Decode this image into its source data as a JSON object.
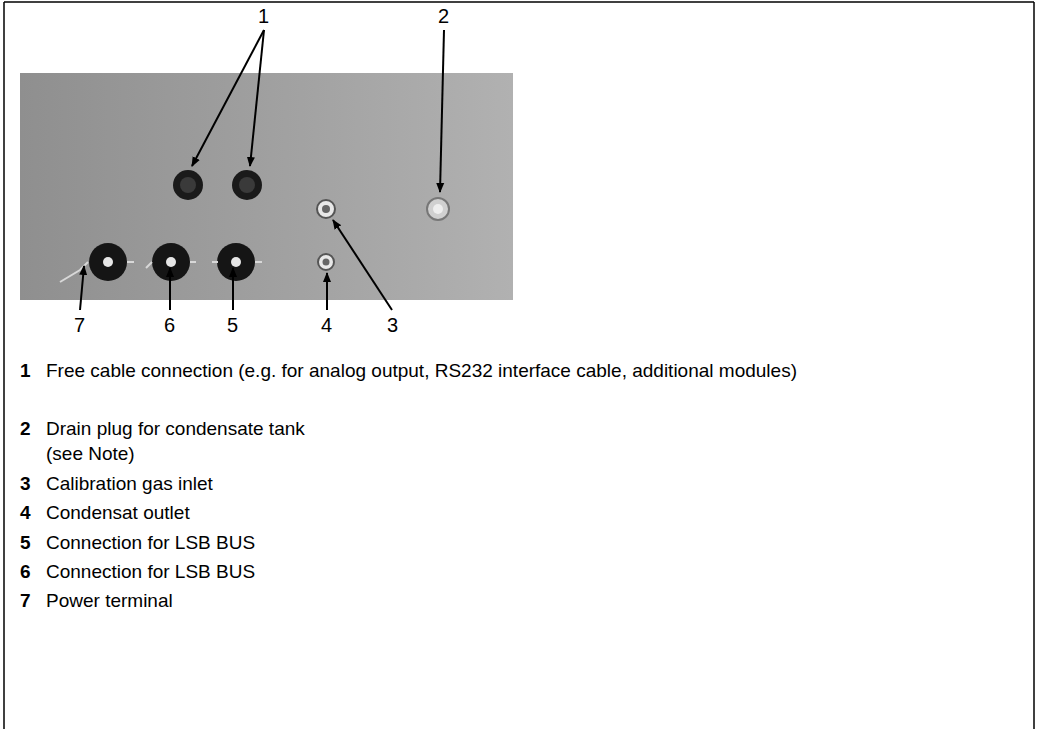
{
  "diagram": {
    "labels": [
      "1",
      "2",
      "7",
      "6",
      "5",
      "4",
      "3",
      "1",
      "Free cable connection (e.g. for analog output, RS232 interface cable, additional modules)",
      "2",
      "Drain plug for condensate tank (see Note)",
      "3",
      "Calibration gas inlet",
      "4",
      "Condensat outlet",
      "5",
      "Connection for LSB BUS",
      "6",
      "Connection for LSB BUS",
      "7",
      "Power terminal"
    ]
  }
}
